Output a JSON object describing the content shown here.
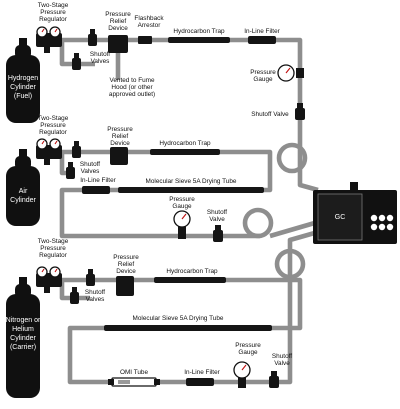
{
  "colors": {
    "pipe": "#8e8e8e",
    "component": "#141414",
    "gauge_needle": "#c01010",
    "background": "#ffffff"
  },
  "gc": {
    "label": "GC"
  },
  "hydrogen_line": {
    "cylinder": [
      "Hydrogen",
      "Cylinder",
      "(Fuel)"
    ],
    "regulator": [
      "Two-Stage",
      "Pressure",
      "Regulator"
    ],
    "shutoff_valves": [
      "Shutoff",
      "Valves"
    ],
    "relief_device": [
      "Pressure",
      "Relief",
      "Device"
    ],
    "flashback_arrestor": [
      "Flashback",
      "Arrestor"
    ],
    "vent_note": [
      "Vented to Fume",
      "Hood (or other",
      "approved outlet)"
    ],
    "hydrocarbon_trap": "Hydrocarbon Trap",
    "inline_filter": "In-Line Filter",
    "pressure_gauge": [
      "Pressure",
      "Gauge"
    ],
    "shutoff_valve": "Shutoff Valve"
  },
  "air_line": {
    "cylinder": [
      "Air",
      "Cylinder"
    ],
    "regulator": [
      "Two-Stage",
      "Pressure",
      "Regulator"
    ],
    "shutoff_valves": [
      "Shutoff",
      "Valves"
    ],
    "relief_device": [
      "Pressure",
      "Relief",
      "Device"
    ],
    "hydrocarbon_trap": "Hydrocarbon Trap",
    "inline_filter": "In-Line Filter",
    "drying_tube": "Molecular Sieve 5A Drying Tube",
    "pressure_gauge": [
      "Pressure",
      "Gauge"
    ],
    "shutoff_valve": [
      "Shutoff",
      "Valve"
    ]
  },
  "carrier_line": {
    "cylinder": [
      "Nitrogen or",
      "Helium",
      "Cylinder",
      "(Carrier)"
    ],
    "regulator": [
      "Two-Stage",
      "Pressure",
      "Regulator"
    ],
    "shutoff_valves": [
      "Shutoff",
      "Valves"
    ],
    "relief_device": [
      "Pressure",
      "Relief",
      "Device"
    ],
    "hydrocarbon_trap": "Hydrocarbon Trap",
    "drying_tube": "Molecular Sieve 5A Drying Tube",
    "pressure_gauge": [
      "Pressure",
      "Gauge"
    ],
    "shutoff_valve": [
      "Shutoff",
      "Valve"
    ],
    "omi_tube": "OMI Tube",
    "inline_filter": "In-Line Filter"
  }
}
